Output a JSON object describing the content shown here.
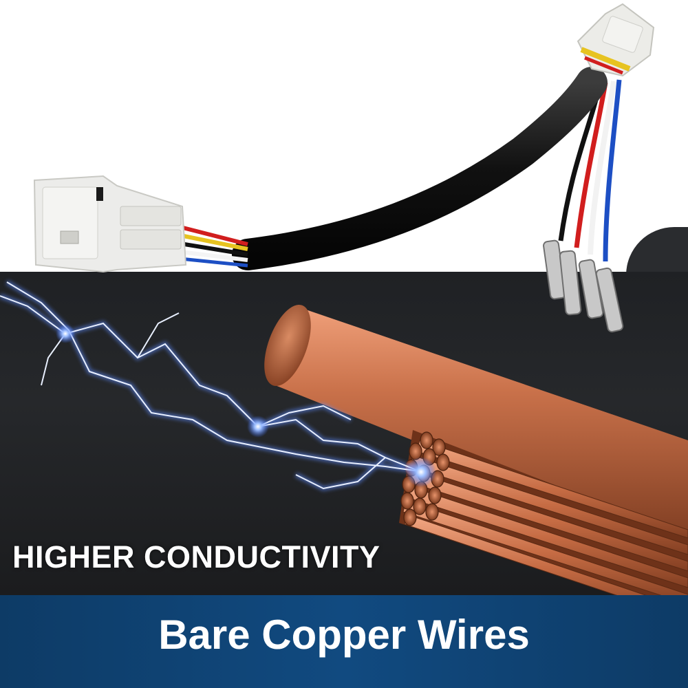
{
  "headline": "HIGHER CONDUCTIVITY",
  "banner_title": "Bare Copper Wires",
  "colors": {
    "banner_blue": "#0d3b66",
    "copper": "#c56b42",
    "spark_blue": "#5f8cff",
    "dark_background": "#202225"
  },
  "wire_colors": [
    "red",
    "yellow",
    "black",
    "white",
    "blue"
  ]
}
